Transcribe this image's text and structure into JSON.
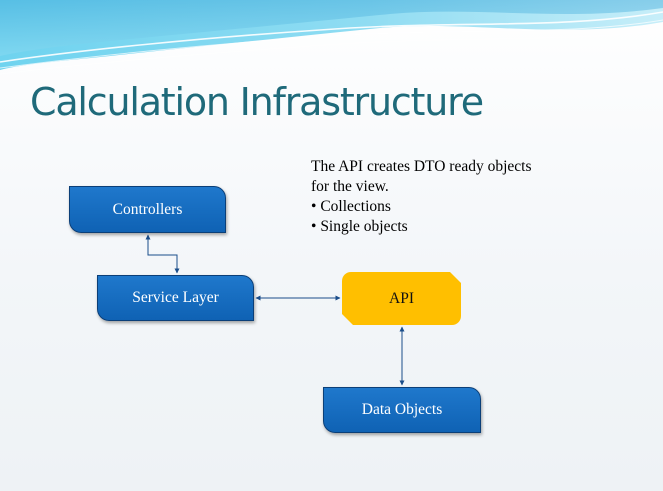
{
  "slide": {
    "title": "Calculation Infrastructure",
    "note": {
      "lines": [
        "The API creates DTO ready objects",
        "for the view."
      ],
      "bullets": [
        "Collections",
        "Single objects"
      ]
    },
    "nodes": {
      "controllers": "Controllers",
      "service_layer": "Service Layer",
      "api": "API",
      "data_objects": "Data Objects"
    }
  },
  "colors": {
    "title": "#1f6a7a",
    "node_fill": "#1470c4",
    "api_fill": "#ffbf00",
    "connector": "#1a4d8a",
    "wave": "#5bc7e8"
  }
}
